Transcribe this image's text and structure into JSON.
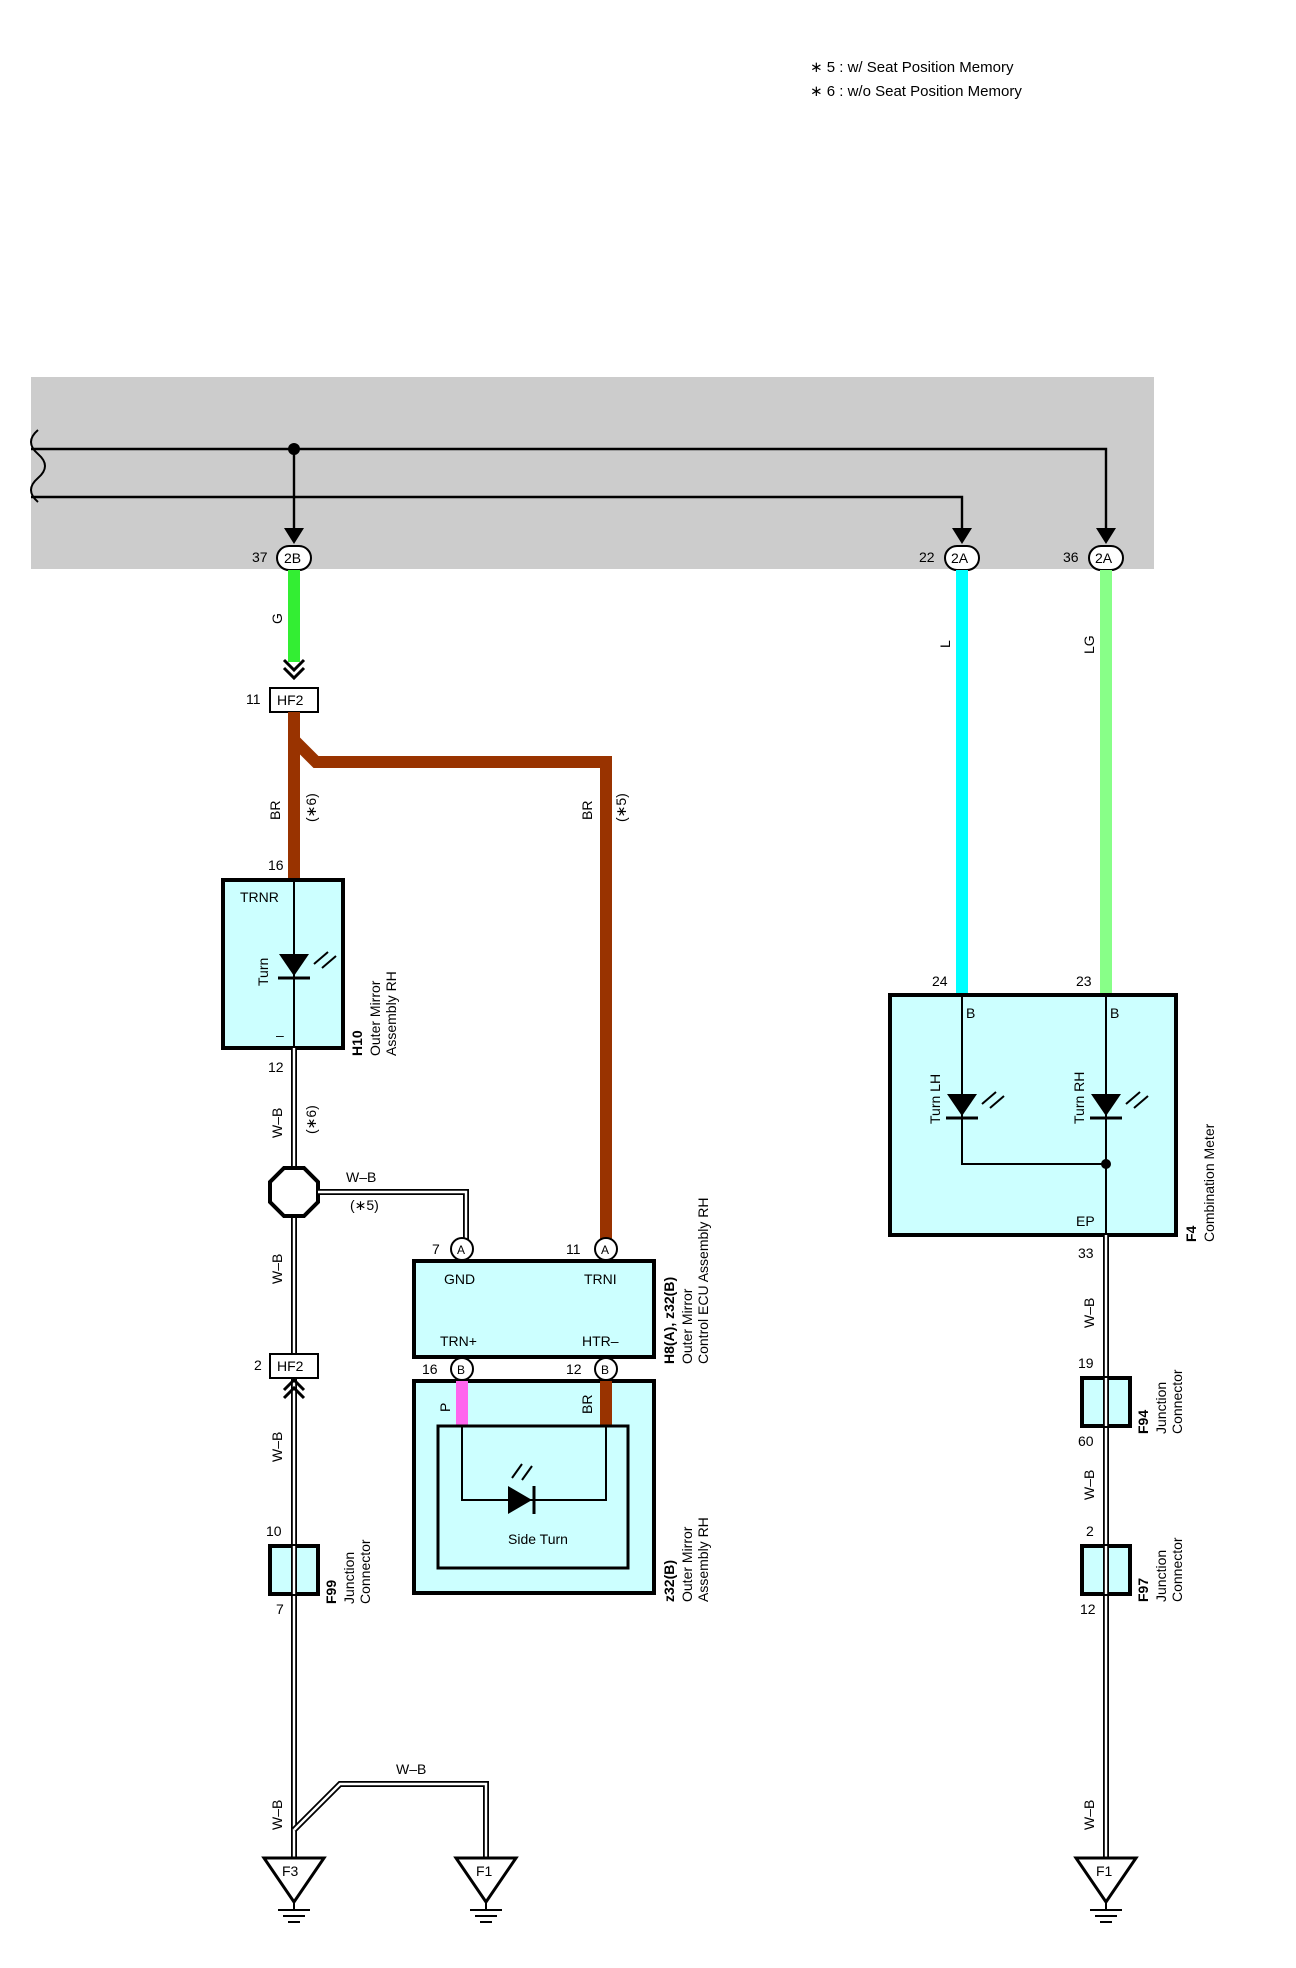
{
  "notes": [
    "∗ 5 : w/ Seat Position Memory",
    "∗ 6 : w/o Seat Position Memory"
  ],
  "colors": {
    "G": "#33ee33",
    "L": "#00ffff",
    "LG": "#88ff88",
    "BR": "#993300",
    "P": "#ff66ee",
    "box_fill": "#ccffff",
    "harness_bg": "#cccccc"
  },
  "connectors": {
    "c2b": {
      "pin": "37",
      "label": "2B"
    },
    "c2a_l": {
      "pin": "22",
      "label": "2A"
    },
    "c2a_lg": {
      "pin": "36",
      "label": "2A"
    },
    "hf2_top": {
      "pin": "11",
      "label": "HF2"
    },
    "hf2_bottom": {
      "pin": "2",
      "label": "HF2"
    }
  },
  "wires": {
    "g": "G",
    "l": "L",
    "lg": "LG",
    "br_left": "BR",
    "br_left_note": "(∗6)",
    "br_right": "BR",
    "br_right_note": "(∗5)",
    "wb1": "W–B",
    "wb1_note": "(∗6)",
    "wb_branch": "W–B",
    "wb_branch_note": "(∗5)",
    "wb2": "W–B",
    "wb3": "W–B",
    "wb4": "W–B",
    "wb_ground_branch": "W–B",
    "wb_f4": "W–B",
    "wb_f94": "W–B",
    "wb_f97": "W–B",
    "p": "P",
    "br_side": "BR"
  },
  "h10": {
    "code": "H10",
    "name_line1": "Outer Mirror",
    "name_line2": "Assembly RH",
    "pin_top": "16",
    "pin_bottom": "12",
    "label_top": "TRNR",
    "label_bottom": "–",
    "element": "Turn"
  },
  "h8": {
    "code": "H8(A), z32(B)",
    "name_line1": "Outer Mirror",
    "name_line2": "Control ECU Assembly RH",
    "pin_gnd": "7",
    "pin_gnd_conn": "A",
    "pin_trni": "11",
    "pin_trni_conn": "A",
    "pin_trnp": "16",
    "pin_trnp_conn": "B",
    "pin_htr": "12",
    "pin_htr_conn": "B",
    "label_gnd": "GND",
    "label_trni": "TRNI",
    "label_trnp": "TRN+",
    "label_htr": "HTR–"
  },
  "z32": {
    "code": "z32(B)",
    "name_line1": "Outer Mirror",
    "name_line2": "Assembly RH",
    "element": "Side Turn"
  },
  "f4": {
    "code": "F4",
    "name": "Combination Meter",
    "pin_lh": "24",
    "pin_rh": "23",
    "pin_ep": "33",
    "label_b1": "B",
    "label_b2": "B",
    "label_ep": "EP",
    "element_lh": "Turn LH",
    "element_rh": "Turn RH"
  },
  "f99": {
    "code": "F99",
    "name_line1": "Junction",
    "name_line2": "Connector",
    "pin_top": "10",
    "pin_bottom": "7"
  },
  "f94": {
    "code": "F94",
    "name_line1": "Junction",
    "name_line2": "Connector",
    "pin_top": "19",
    "pin_bottom": "60"
  },
  "f97": {
    "code": "F97",
    "name_line1": "Junction",
    "name_line2": "Connector",
    "pin_top": "2",
    "pin_bottom": "12"
  },
  "grounds": {
    "f3": "F3",
    "f1_mid": "F1",
    "f1_right": "F1"
  }
}
